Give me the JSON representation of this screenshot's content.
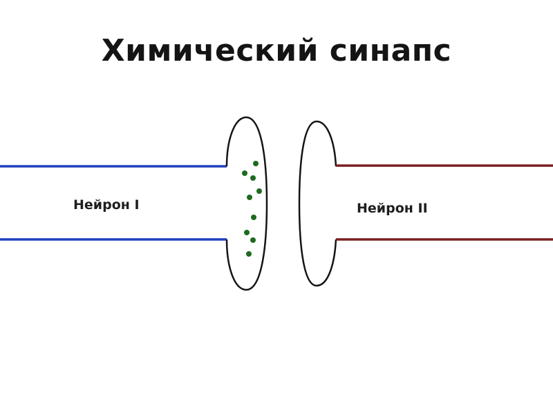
{
  "title": "Химический синапс",
  "neurons": [
    {
      "label": "Нейрон I",
      "color": "#1f3fbf"
    },
    {
      "label": "Нейрон II",
      "color": "#7a1f1f"
    }
  ],
  "colors": {
    "vesicle": "#1e6b1e",
    "outline": "#141414"
  }
}
